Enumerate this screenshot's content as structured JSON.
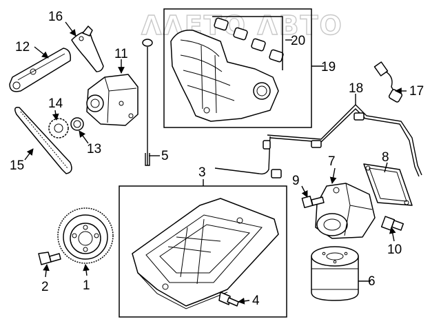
{
  "watermark": {
    "text": "ΛΛΕΤΟ ΛΒΤΟ"
  },
  "callouts": {
    "c1": "1",
    "c2": "2",
    "c3": "3",
    "c4": "4",
    "c5": "5",
    "c6": "6",
    "c7": "7",
    "c8": "8",
    "c9": "9",
    "c10": "10",
    "c11": "11",
    "c12": "12",
    "c13": "13",
    "c14": "14",
    "c15": "15",
    "c16": "16",
    "c17": "17",
    "c18": "18",
    "c19": "19",
    "c20": "20"
  },
  "colors": {
    "ink": "#000000",
    "watermark": "#c8c8c8"
  }
}
